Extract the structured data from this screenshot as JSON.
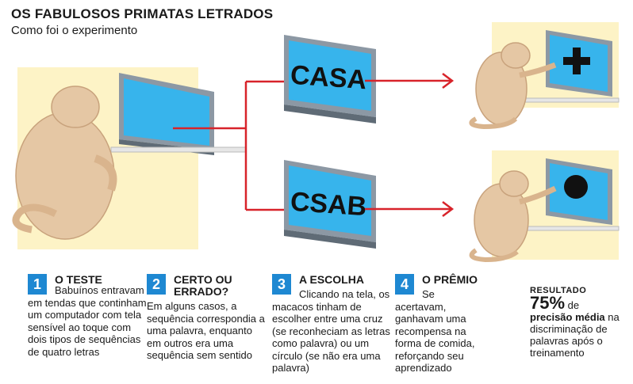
{
  "header": {
    "title": "OS FABULOSOS PRIMATAS LETRADOS",
    "subtitle": "Como foi o experimento"
  },
  "screens": {
    "word_screen_label": "CASA",
    "nonword_screen_label": "CSAB"
  },
  "colors": {
    "screen_blue": "#37b4ec",
    "arrow_red": "#d8232a",
    "badge_blue": "#1e88d2",
    "backdrop_yellow": "#fdf3c6"
  },
  "steps": [
    {
      "number": "1",
      "title": "O TESTE",
      "text": "Babuínos entravam em tendas que continham um computador com tela sensível ao toque com dois tipos de sequências de quatro letras"
    },
    {
      "number": "2",
      "title": "CERTO OU ERRADO?",
      "text": "Em alguns casos, a sequência correspondia a uma palavra, enquanto em outros era uma sequência sem sentido"
    },
    {
      "number": "3",
      "title": "A ESCOLHA",
      "text": "Clicando na tela, os macacos tinham de escolher entre uma cruz (se reconheciam as letras como palavra) ou um círculo (se não era uma palavra)"
    },
    {
      "number": "4",
      "title": "O PRÊMIO",
      "text": "Se acertavam, ganhavam uma recompensa na forma de comida, reforçando seu aprendizado"
    }
  ],
  "result": {
    "label": "RESULTADO",
    "value": "75%",
    "after_value": "de",
    "bold_text": "precisão média",
    "rest": "na discriminação de palavras após o treinamento"
  }
}
